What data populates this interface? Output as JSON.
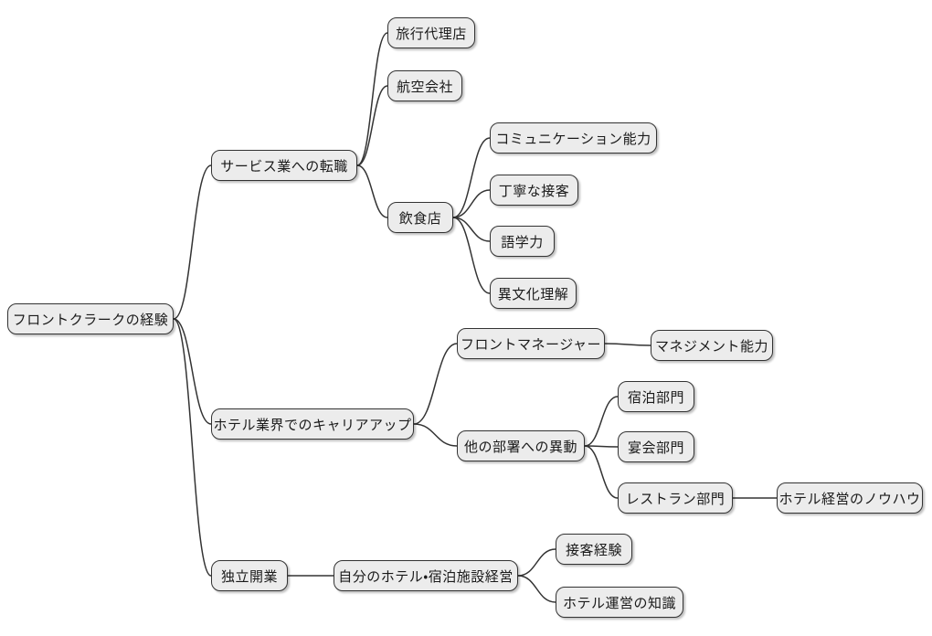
{
  "diagram": {
    "type": "mindmap",
    "orientation": "left-to-right",
    "root_label": "フロントクラークの経験"
  },
  "colors": {
    "background": "#ffffff",
    "node_fill": "#ececec",
    "node_border": "#333333",
    "edge": "#333333",
    "text": "#1a1a1a"
  },
  "nodes": [
    {
      "id": "root",
      "label": "フロントクラークの経験",
      "level": 0,
      "parent": null
    },
    {
      "id": "service",
      "label": "サービス業への転職",
      "level": 1,
      "parent": "root"
    },
    {
      "id": "travel",
      "label": "旅行代理店",
      "level": 2,
      "parent": "service"
    },
    {
      "id": "airline",
      "label": "航空会社",
      "level": 2,
      "parent": "service"
    },
    {
      "id": "restaurant",
      "label": "飲食店",
      "level": 2,
      "parent": "service"
    },
    {
      "id": "comm",
      "label": "コミュニケーション能力",
      "level": 3,
      "parent": "restaurant"
    },
    {
      "id": "polite",
      "label": "丁寧な接客",
      "level": 3,
      "parent": "restaurant"
    },
    {
      "id": "lang",
      "label": "語学力",
      "level": 3,
      "parent": "restaurant"
    },
    {
      "id": "culture",
      "label": "異文化理解",
      "level": 3,
      "parent": "restaurant"
    },
    {
      "id": "hotelcareer",
      "label": "ホテル業界でのキャリアアップ",
      "level": 1,
      "parent": "root"
    },
    {
      "id": "frontmgr",
      "label": "フロントマネージャー",
      "level": 2,
      "parent": "hotelcareer"
    },
    {
      "id": "mgmt",
      "label": "マネジメント能力",
      "level": 3,
      "parent": "frontmgr"
    },
    {
      "id": "transfer",
      "label": "他の部署への異動",
      "level": 2,
      "parent": "hotelcareer"
    },
    {
      "id": "lodging",
      "label": "宿泊部門",
      "level": 3,
      "parent": "transfer"
    },
    {
      "id": "banquet",
      "label": "宴会部門",
      "level": 3,
      "parent": "transfer"
    },
    {
      "id": "restdept",
      "label": "レストラン部門",
      "level": 3,
      "parent": "transfer"
    },
    {
      "id": "knowhow",
      "label": "ホテル経営のノウハウ",
      "level": 4,
      "parent": "restdept"
    },
    {
      "id": "independent",
      "label": "独立開業",
      "level": 1,
      "parent": "root"
    },
    {
      "id": "ownhotel",
      "label": "自分のホテル・宿泊施設経営",
      "level": 2,
      "parent": "independent"
    },
    {
      "id": "serviceexp",
      "label": "接客経験",
      "level": 3,
      "parent": "ownhotel"
    },
    {
      "id": "hotelknow",
      "label": "ホテル運営の知識",
      "level": 3,
      "parent": "ownhotel"
    }
  ],
  "edges": [
    {
      "from": "root",
      "to": "service"
    },
    {
      "from": "root",
      "to": "hotelcareer"
    },
    {
      "from": "root",
      "to": "independent"
    },
    {
      "from": "service",
      "to": "travel"
    },
    {
      "from": "service",
      "to": "airline"
    },
    {
      "from": "service",
      "to": "restaurant"
    },
    {
      "from": "restaurant",
      "to": "comm"
    },
    {
      "from": "restaurant",
      "to": "polite"
    },
    {
      "from": "restaurant",
      "to": "lang"
    },
    {
      "from": "restaurant",
      "to": "culture"
    },
    {
      "from": "hotelcareer",
      "to": "frontmgr"
    },
    {
      "from": "hotelcareer",
      "to": "transfer"
    },
    {
      "from": "frontmgr",
      "to": "mgmt"
    },
    {
      "from": "transfer",
      "to": "lodging"
    },
    {
      "from": "transfer",
      "to": "banquet"
    },
    {
      "from": "transfer",
      "to": "restdept"
    },
    {
      "from": "restdept",
      "to": "knowhow"
    },
    {
      "from": "independent",
      "to": "ownhotel"
    },
    {
      "from": "ownhotel",
      "to": "serviceexp"
    },
    {
      "from": "ownhotel",
      "to": "hotelknow"
    }
  ]
}
